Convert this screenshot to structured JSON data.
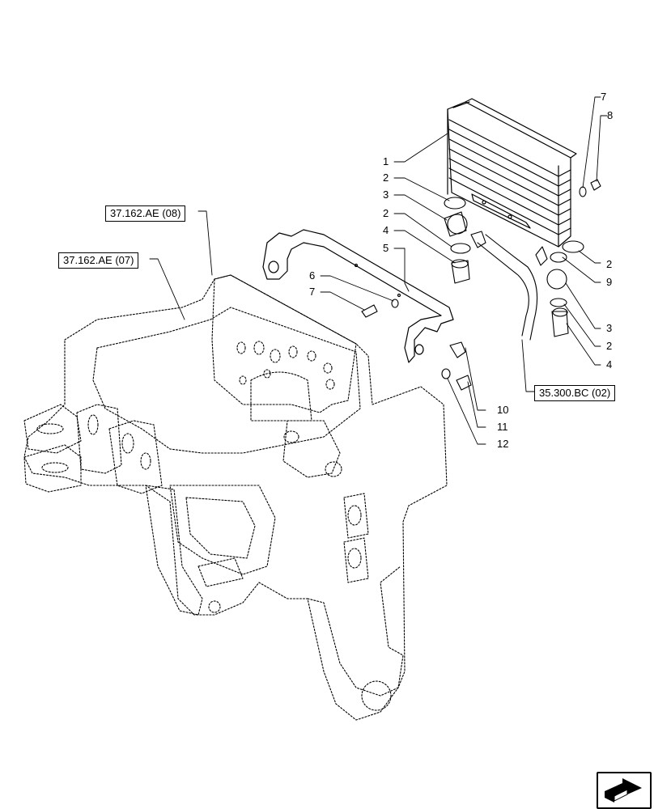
{
  "references": [
    {
      "name": "ref-37-162-ae-08",
      "label": "37.162.AE (08)"
    },
    {
      "name": "ref-37-162-ae-07",
      "label": "37.162.AE (07)"
    },
    {
      "name": "ref-35-300-bc-02",
      "label": "35.300.BC (02)"
    }
  ],
  "callouts": [
    {
      "name": "callout-1",
      "label": "1"
    },
    {
      "name": "callout-2a",
      "label": "2"
    },
    {
      "name": "callout-3a",
      "label": "3"
    },
    {
      "name": "callout-2b",
      "label": "2"
    },
    {
      "name": "callout-4a",
      "label": "4"
    },
    {
      "name": "callout-5",
      "label": "5"
    },
    {
      "name": "callout-6",
      "label": "6"
    },
    {
      "name": "callout-7a",
      "label": "7"
    },
    {
      "name": "callout-7b",
      "label": "7"
    },
    {
      "name": "callout-8",
      "label": "8"
    },
    {
      "name": "callout-2c",
      "label": "2"
    },
    {
      "name": "callout-9",
      "label": "9"
    },
    {
      "name": "callout-3b",
      "label": "3"
    },
    {
      "name": "callout-2d",
      "label": "2"
    },
    {
      "name": "callout-4b",
      "label": "4"
    },
    {
      "name": "callout-10",
      "label": "10"
    },
    {
      "name": "callout-11",
      "label": "11"
    },
    {
      "name": "callout-12",
      "label": "12"
    }
  ],
  "nav": {
    "icon": "arrow-navigation-icon"
  }
}
